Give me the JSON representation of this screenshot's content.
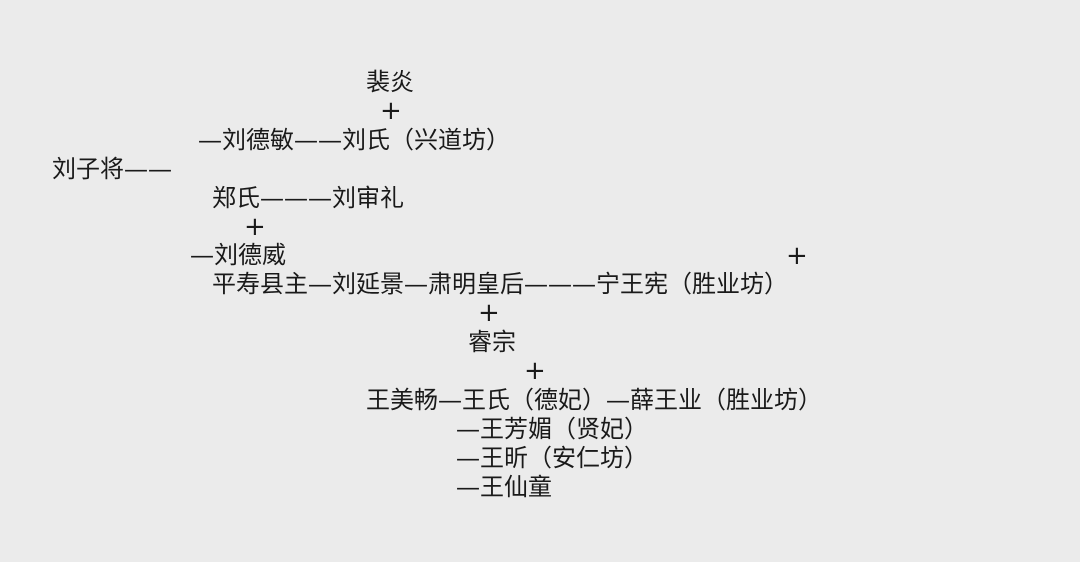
{
  "tree": {
    "l1": "裴炎",
    "l2": "+",
    "l3": "—刘德敏——刘氏（兴道坊）",
    "l4": "刘子将——",
    "l5": "郑氏———刘审礼",
    "l6": "+",
    "l7": "—刘德威",
    "l8": "+",
    "l9": "平寿县主—刘延景—肃明皇后———宁王宪（胜业坊）",
    "l10": "+",
    "l11": "睿宗",
    "l12": "+",
    "l13": "王美畅—王氏（德妃）—薛王业（胜业坊）",
    "l14": "—王芳媚（贤妃）",
    "l15": "—王昕（安仁坊）",
    "l16": "—王仙童"
  }
}
